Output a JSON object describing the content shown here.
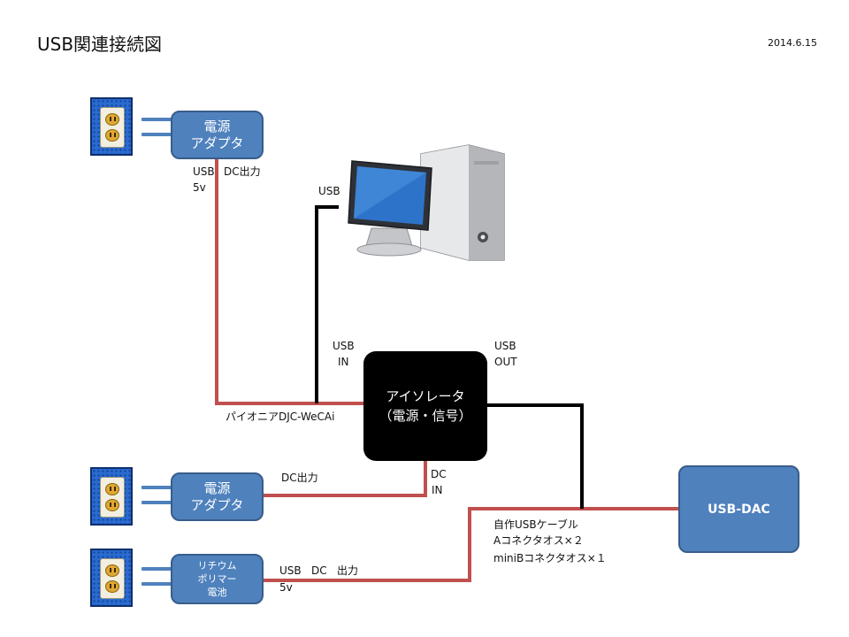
{
  "page": {
    "title": "USB関連接続図",
    "date": "2014.6.15"
  },
  "nodes": {
    "adapter_top": {
      "line1": "電源",
      "line2": "アダプタ"
    },
    "adapter_mid": {
      "line1": "電源",
      "line2": "アダプタ"
    },
    "battery": {
      "line1": "リチウム",
      "line2": "ポリマー",
      "line3": "電池"
    },
    "isolator": {
      "line1": "アイソレータ",
      "line2": "（電源・信号）"
    },
    "dac": {
      "label": "USB-DAC"
    },
    "pc": {
      "icon": "desktop-computer-icon"
    }
  },
  "labels": {
    "adapter_top_usb": "USB",
    "adapter_top_dc": "DC出力",
    "adapter_top_5v": "5v",
    "pc_usb": "USB",
    "usb_in_1": "USB",
    "usb_in_2": "IN",
    "usb_out_1": "USB",
    "usb_out_2": "OUT",
    "adapter_top_model": "パイオニアDJC-WeCAi",
    "adapter_mid_dc": "DC出力",
    "dc_in_1": "DC",
    "dc_in_2": "IN",
    "cable_1": "自作USBケーブル",
    "cable_2": "Aコネクタオス×２",
    "cable_3": "miniBコネクタオス×１",
    "battery_usb": "USB",
    "battery_dc": "DC",
    "battery_out": "出力",
    "battery_5v": "5v"
  },
  "colors": {
    "power_wire": "#c0504d",
    "usb_wire": "#000000",
    "box_fill": "#4f81bd",
    "box_border": "#385d8a",
    "isolator_fill": "#000000"
  }
}
